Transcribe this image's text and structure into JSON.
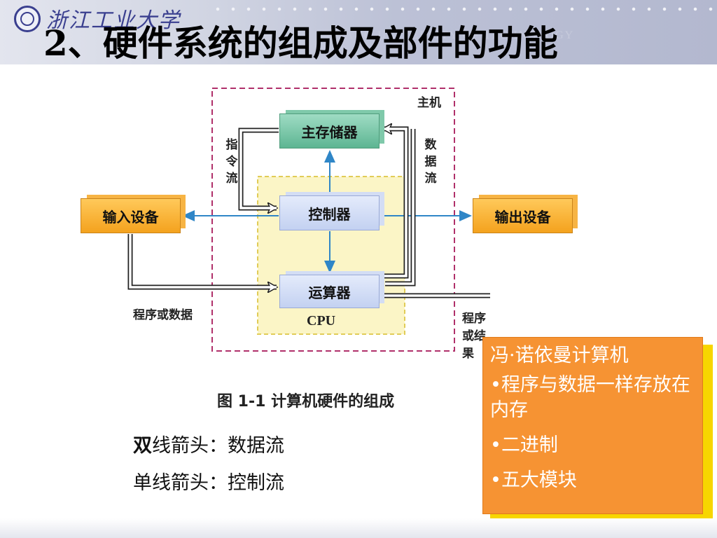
{
  "header": {
    "university_name": "浙江工业大学",
    "watermark_text": "ZHEJIANG UNIVERSITY OF TECHNOLOGY",
    "slide_title": "2、硬件系统的组成及部件的功能"
  },
  "diagram": {
    "host_label": "主机",
    "cpu_label": "CPU",
    "boxes": {
      "main_memory": "主存储器",
      "controller": "控制器",
      "alu": "运算器",
      "input_device": "输入设备",
      "output_device": "输出设备"
    },
    "instruction_flow": "指令流",
    "data_flow": "数据流",
    "program_or_data": "程序或数据",
    "program_or_result": "程序或结果",
    "caption": "图 1-1 计算机硬件的组成",
    "colors": {
      "memory": "#5db592",
      "cpu_units": "#c3d1f1",
      "io_devices": "#f4a21e",
      "cpu_region": "#fbf5c6",
      "control_arrow": "#2f86c7"
    }
  },
  "legend": {
    "double_key": "双",
    "double_rest": "线箭头：数据流",
    "single": "单线箭头：控制流"
  },
  "note": {
    "heading": "冯·诺依曼计算机",
    "items": [
      "程序与数据一样存放在内存",
      "二进制",
      "五大模块"
    ],
    "colors": {
      "background": "#f69333",
      "shadow": "#f7d600"
    }
  }
}
